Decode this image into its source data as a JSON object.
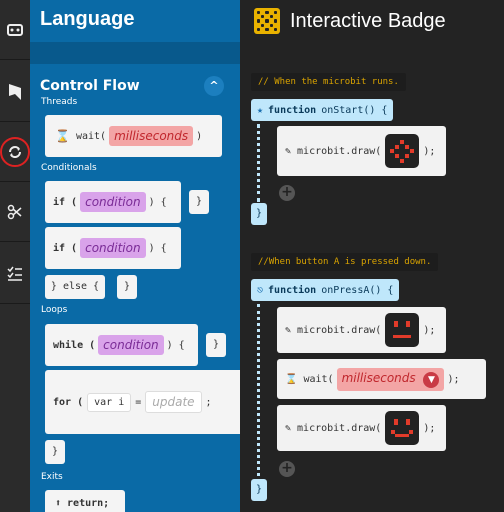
{
  "rail": {
    "items": [
      {
        "name": "robot-icon"
      },
      {
        "name": "logo-icon"
      },
      {
        "name": "sync-icon",
        "active": true
      },
      {
        "name": "scissors-icon"
      },
      {
        "name": "checklist-icon"
      }
    ]
  },
  "language": {
    "title": "Language",
    "control_flow": "Control Flow",
    "toggle": "^",
    "threads_label": "Threads",
    "wait_prefix": "wait(",
    "wait_param": "milliseconds",
    "wait_suffix": ")",
    "conditionals_label": "Conditionals",
    "if_kw": "if (",
    "condition": "condition",
    "open_brace": ") {",
    "close_brace": "}",
    "else_text": "} else {",
    "loops_label": "Loops",
    "while_kw": "while (",
    "for_kw": "for (",
    "var_text": "var i",
    "equals": "=",
    "update": "update",
    "semicolon": ";",
    "exits_label": "Exits",
    "return_text": "return;"
  },
  "workspace": {
    "title": "Interactive Badge",
    "comment1": "// When the microbit runs.",
    "fn1_kw": "function",
    "fn1_name": "onStart() {",
    "draw_text": "microbit.draw(",
    "draw_end": ");",
    "comment2": "//When button A is pressed down.",
    "fn2_kw": "function",
    "fn2_name": "onPressA() {",
    "wait_text": "wait(",
    "wait_param": "milliseconds",
    "wait_end": ");",
    "close": "}",
    "plus": "+"
  }
}
